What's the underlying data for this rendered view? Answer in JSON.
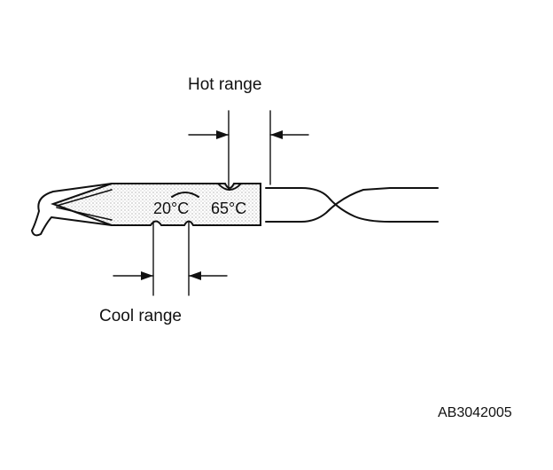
{
  "labels": {
    "hot_range": "Hot range",
    "cool_range": "Cool range",
    "temp_cool": "20°C",
    "temp_hot": "65°C",
    "figure_code": "AB3042005"
  },
  "colors": {
    "line": "#111111",
    "stipple": "#8a8a8a",
    "background": "#ffffff"
  }
}
